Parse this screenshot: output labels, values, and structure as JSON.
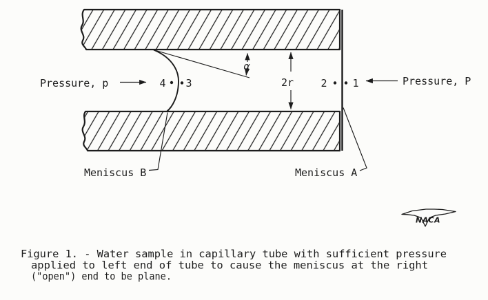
{
  "colors": {
    "ink": "#1c1c1c",
    "paper": "#fcfcfa"
  },
  "diagram": {
    "pressure_left_label": "Pressure, p",
    "pressure_right_label": "Pressure, P",
    "point1": "1",
    "point2": "2",
    "point3": "3",
    "point4": "4",
    "bore_dimension": "2r",
    "contact_angle": "α",
    "meniscus_a_label": "Meniscus A",
    "meniscus_b_label": "Meniscus B"
  },
  "logo": {
    "text": "NACA"
  },
  "caption": {
    "line1": "Figure 1. - Water sample in capillary tube with sufficient pressure",
    "line2": "applied to left end of tube to cause the meniscus at the right",
    "line3": "(\"open\") end to be plane."
  }
}
